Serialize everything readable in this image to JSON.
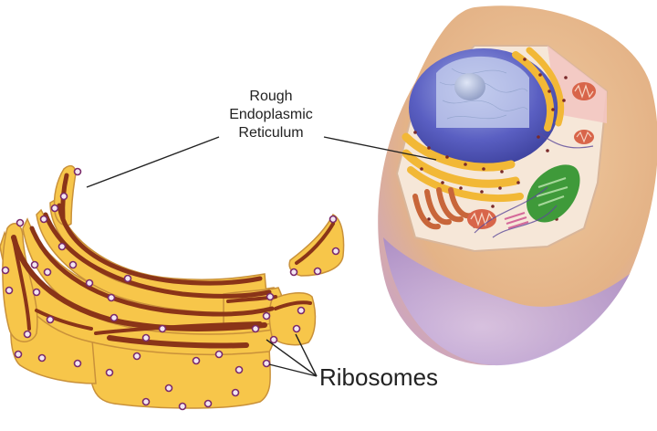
{
  "labels": {
    "rough_er_lines": [
      "Rough",
      "Endoplasmic",
      "Reticulum"
    ],
    "ribosomes": "Ribosomes"
  },
  "colors": {
    "cisterna_fill": "#f7c64a",
    "cisterna_edge": "#c9913a",
    "lumen": "#8a3418",
    "ribosome_fill": "#f3e6f2",
    "ribosome_edge": "#7a2a6a",
    "cell_outer": "#e7b98a",
    "cell_membrane": "#b59ad3",
    "nucleus": "#4b4fb5",
    "cytoplasm": "#f6e7d8",
    "chloroplast": "#3f9a3a",
    "mitochondrion": "#d8654a",
    "golgi": "#c8663a",
    "leader_line": "#222222"
  }
}
